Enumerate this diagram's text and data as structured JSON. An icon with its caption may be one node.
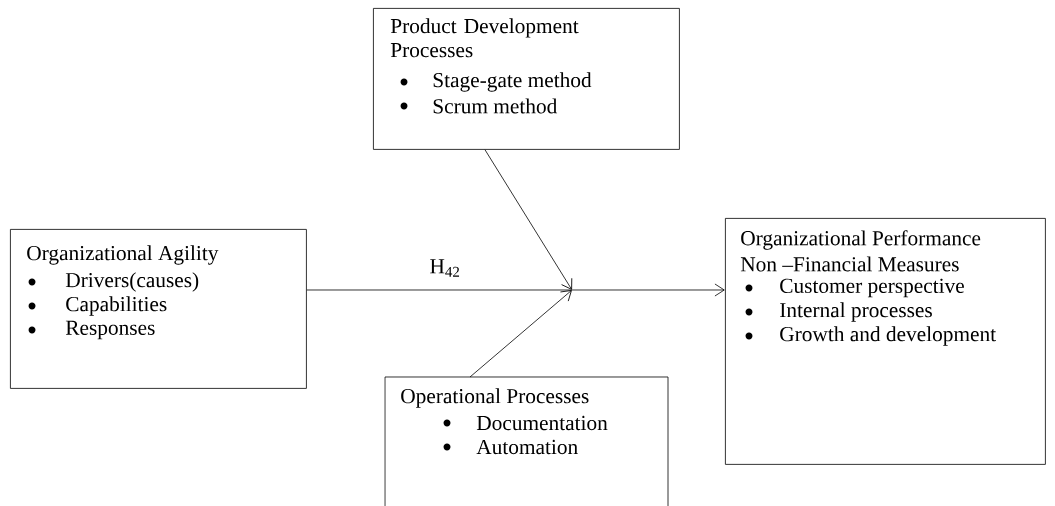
{
  "diagram": {
    "nodes": [
      {
        "text": [
          "Product Development Processes",
          "Stage-gate method",
          "Scrum method"
        ]
      },
      {
        "text": [
          "Organizational Agility",
          "Drivers(causes)",
          "Capabilities",
          "Responses"
        ]
      },
      {
        "text": [
          "Organizational Performance",
          "Non –Financial Measures",
          "Customer perspective",
          "Internal processes",
          "Growth and development"
        ]
      },
      {
        "text": [
          "Operational Processes",
          "Documentation",
          "Automation"
        ]
      }
    ],
    "edges": [
      {
        "from": 1,
        "to": 2,
        "arrow": "to",
        "label": "H$_{42}$"
      },
      {
        "from": 0,
        "to": null,
        "arrow": "to"
      },
      {
        "from": 3,
        "to": null,
        "arrow": "to"
      }
    ]
  }
}
